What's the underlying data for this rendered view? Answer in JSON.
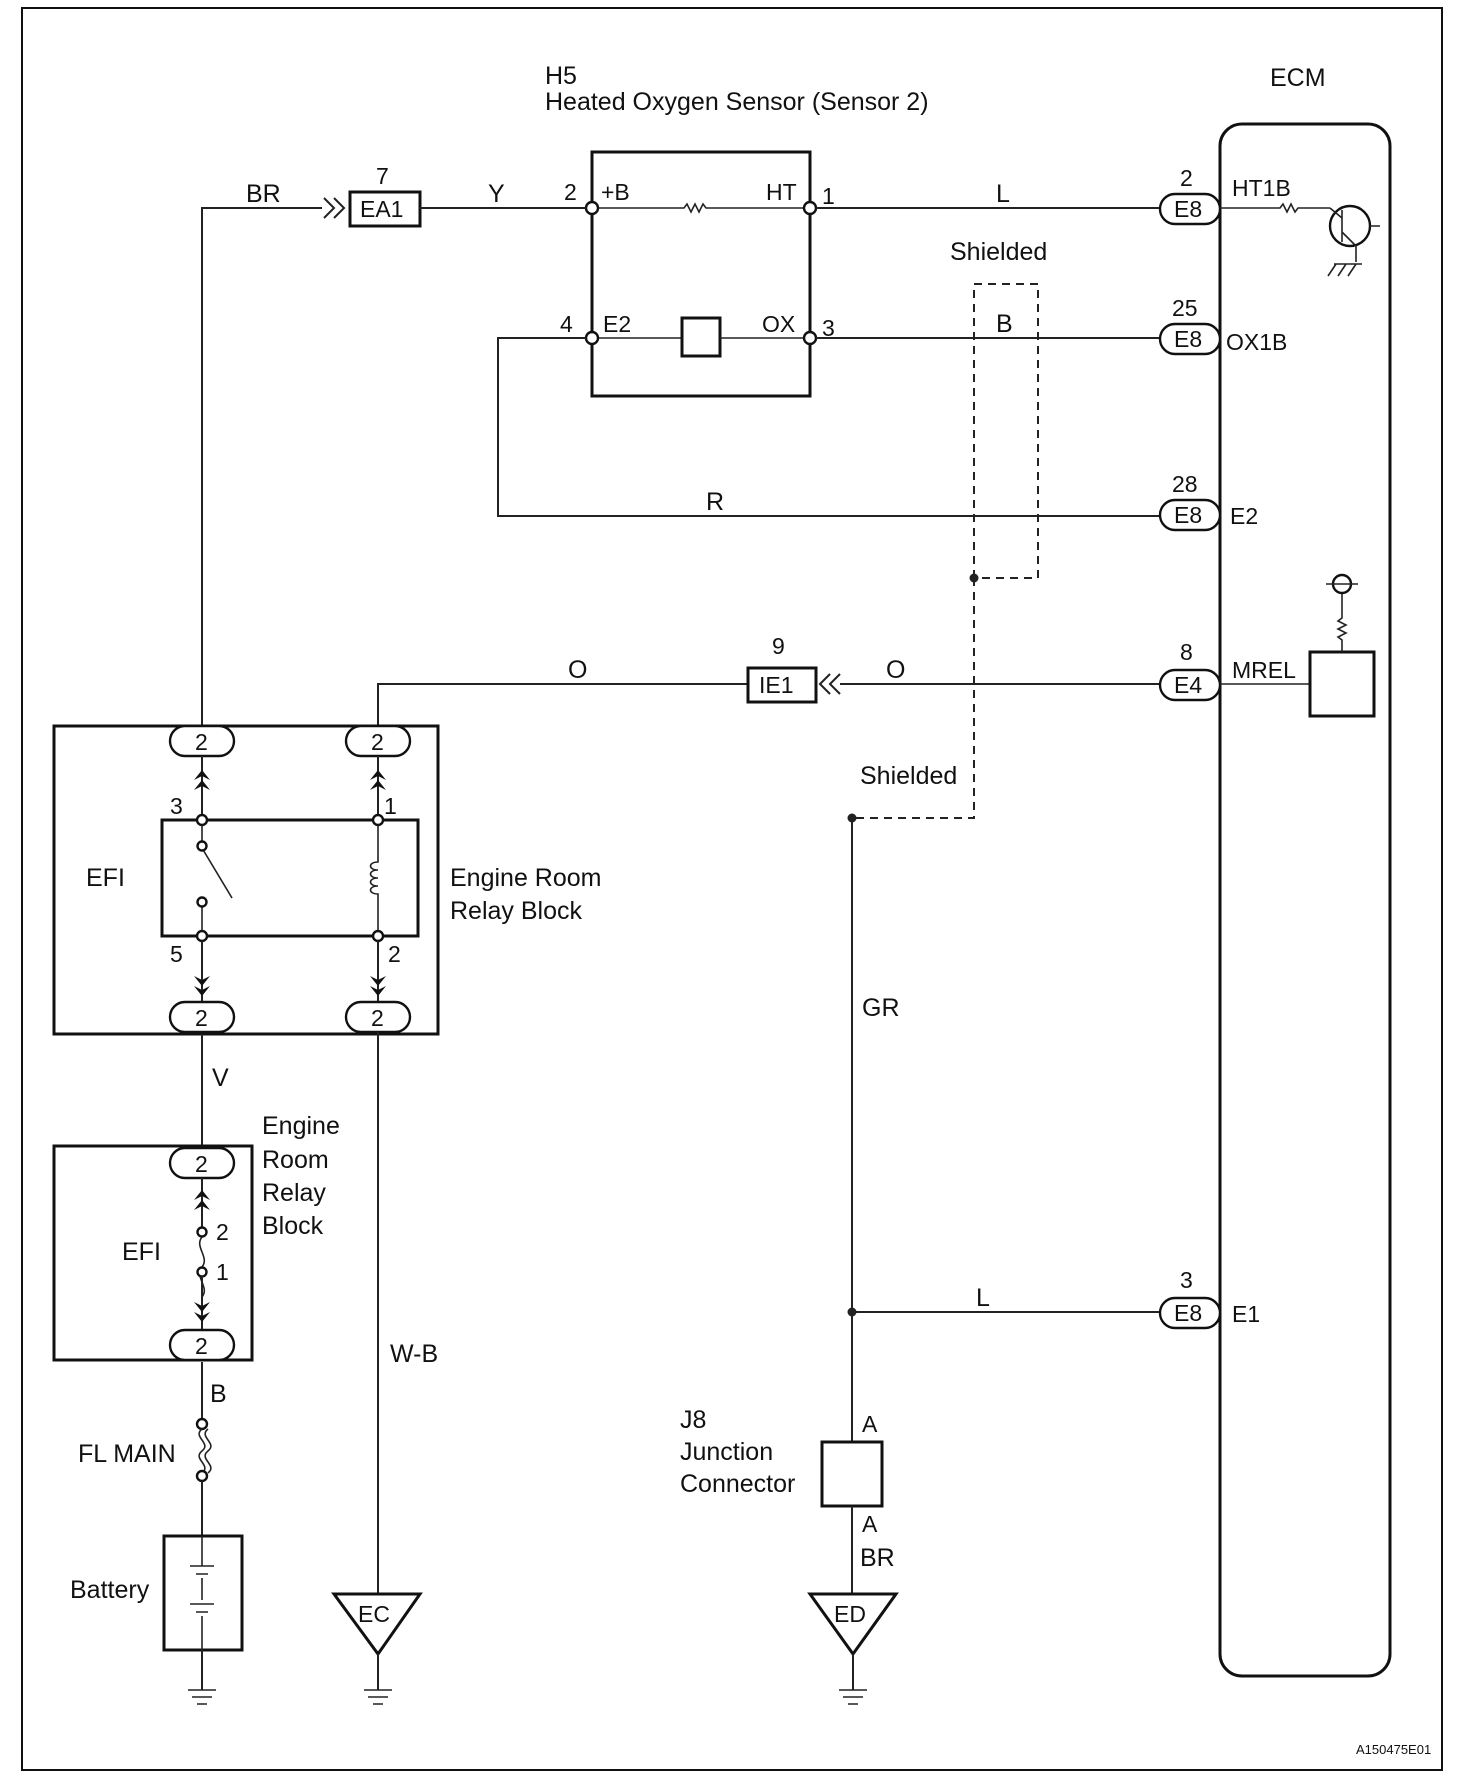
{
  "sensor": {
    "code": "H5",
    "name": "Heated Oxygen Sensor (Sensor 2)",
    "pin_b": "2",
    "label_b": "+B",
    "label_ht": "HT",
    "pin_ht": "1",
    "pin_e2": "4",
    "label_e2": "E2",
    "label_ox": "OX",
    "pin_ox": "3"
  },
  "ecm": {
    "title": "ECM",
    "ht1b": {
      "pin": "2",
      "conn": "E8",
      "term": "HT1B"
    },
    "ox1b": {
      "pin": "25",
      "conn": "E8",
      "term": "OX1B"
    },
    "e2": {
      "pin": "28",
      "conn": "E8",
      "term": "E2"
    },
    "mrel": {
      "pin": "8",
      "conn": "E4",
      "term": "MREL"
    },
    "e1": {
      "pin": "3",
      "conn": "E8",
      "term": "E1"
    }
  },
  "connectors": {
    "ea1": {
      "pin": "7",
      "name": "EA1"
    },
    "ie1": {
      "pin": "9",
      "name": "IE1"
    }
  },
  "wires": {
    "br_top": "BR",
    "y": "Y",
    "l_top": "L",
    "b": "B",
    "r": "R",
    "o_left": "O",
    "o_right": "O",
    "v": "V",
    "wb": "W-B",
    "gr": "GR",
    "l_bottom": "L",
    "b_bottom": "B",
    "br_bottom": "BR"
  },
  "shielded": {
    "top": "Shielded",
    "bottom": "Shielded"
  },
  "relay": {
    "name": "EFI",
    "block_line1": "Engine Room",
    "block_line2": "Relay Block",
    "pin3": "3",
    "pin1": "1",
    "pin5": "5",
    "pin2": "2",
    "c1": "2",
    "c2": "2",
    "c3": "2",
    "c4": "2"
  },
  "fuse_block": {
    "name": "EFI",
    "line1": "Engine",
    "line2": "Room",
    "line3": "Relay",
    "line4": "Block",
    "pin2": "2",
    "pin1": "1",
    "c_top": "2",
    "c_bottom": "2"
  },
  "fl_main": "FL MAIN",
  "battery": "Battery",
  "grounds": {
    "ec": "EC",
    "ed": "ED"
  },
  "junction": {
    "code": "J8",
    "line1": "Junction",
    "line2": "Connector",
    "top": "A",
    "bottom": "A"
  },
  "figure_id": "A150475E01"
}
